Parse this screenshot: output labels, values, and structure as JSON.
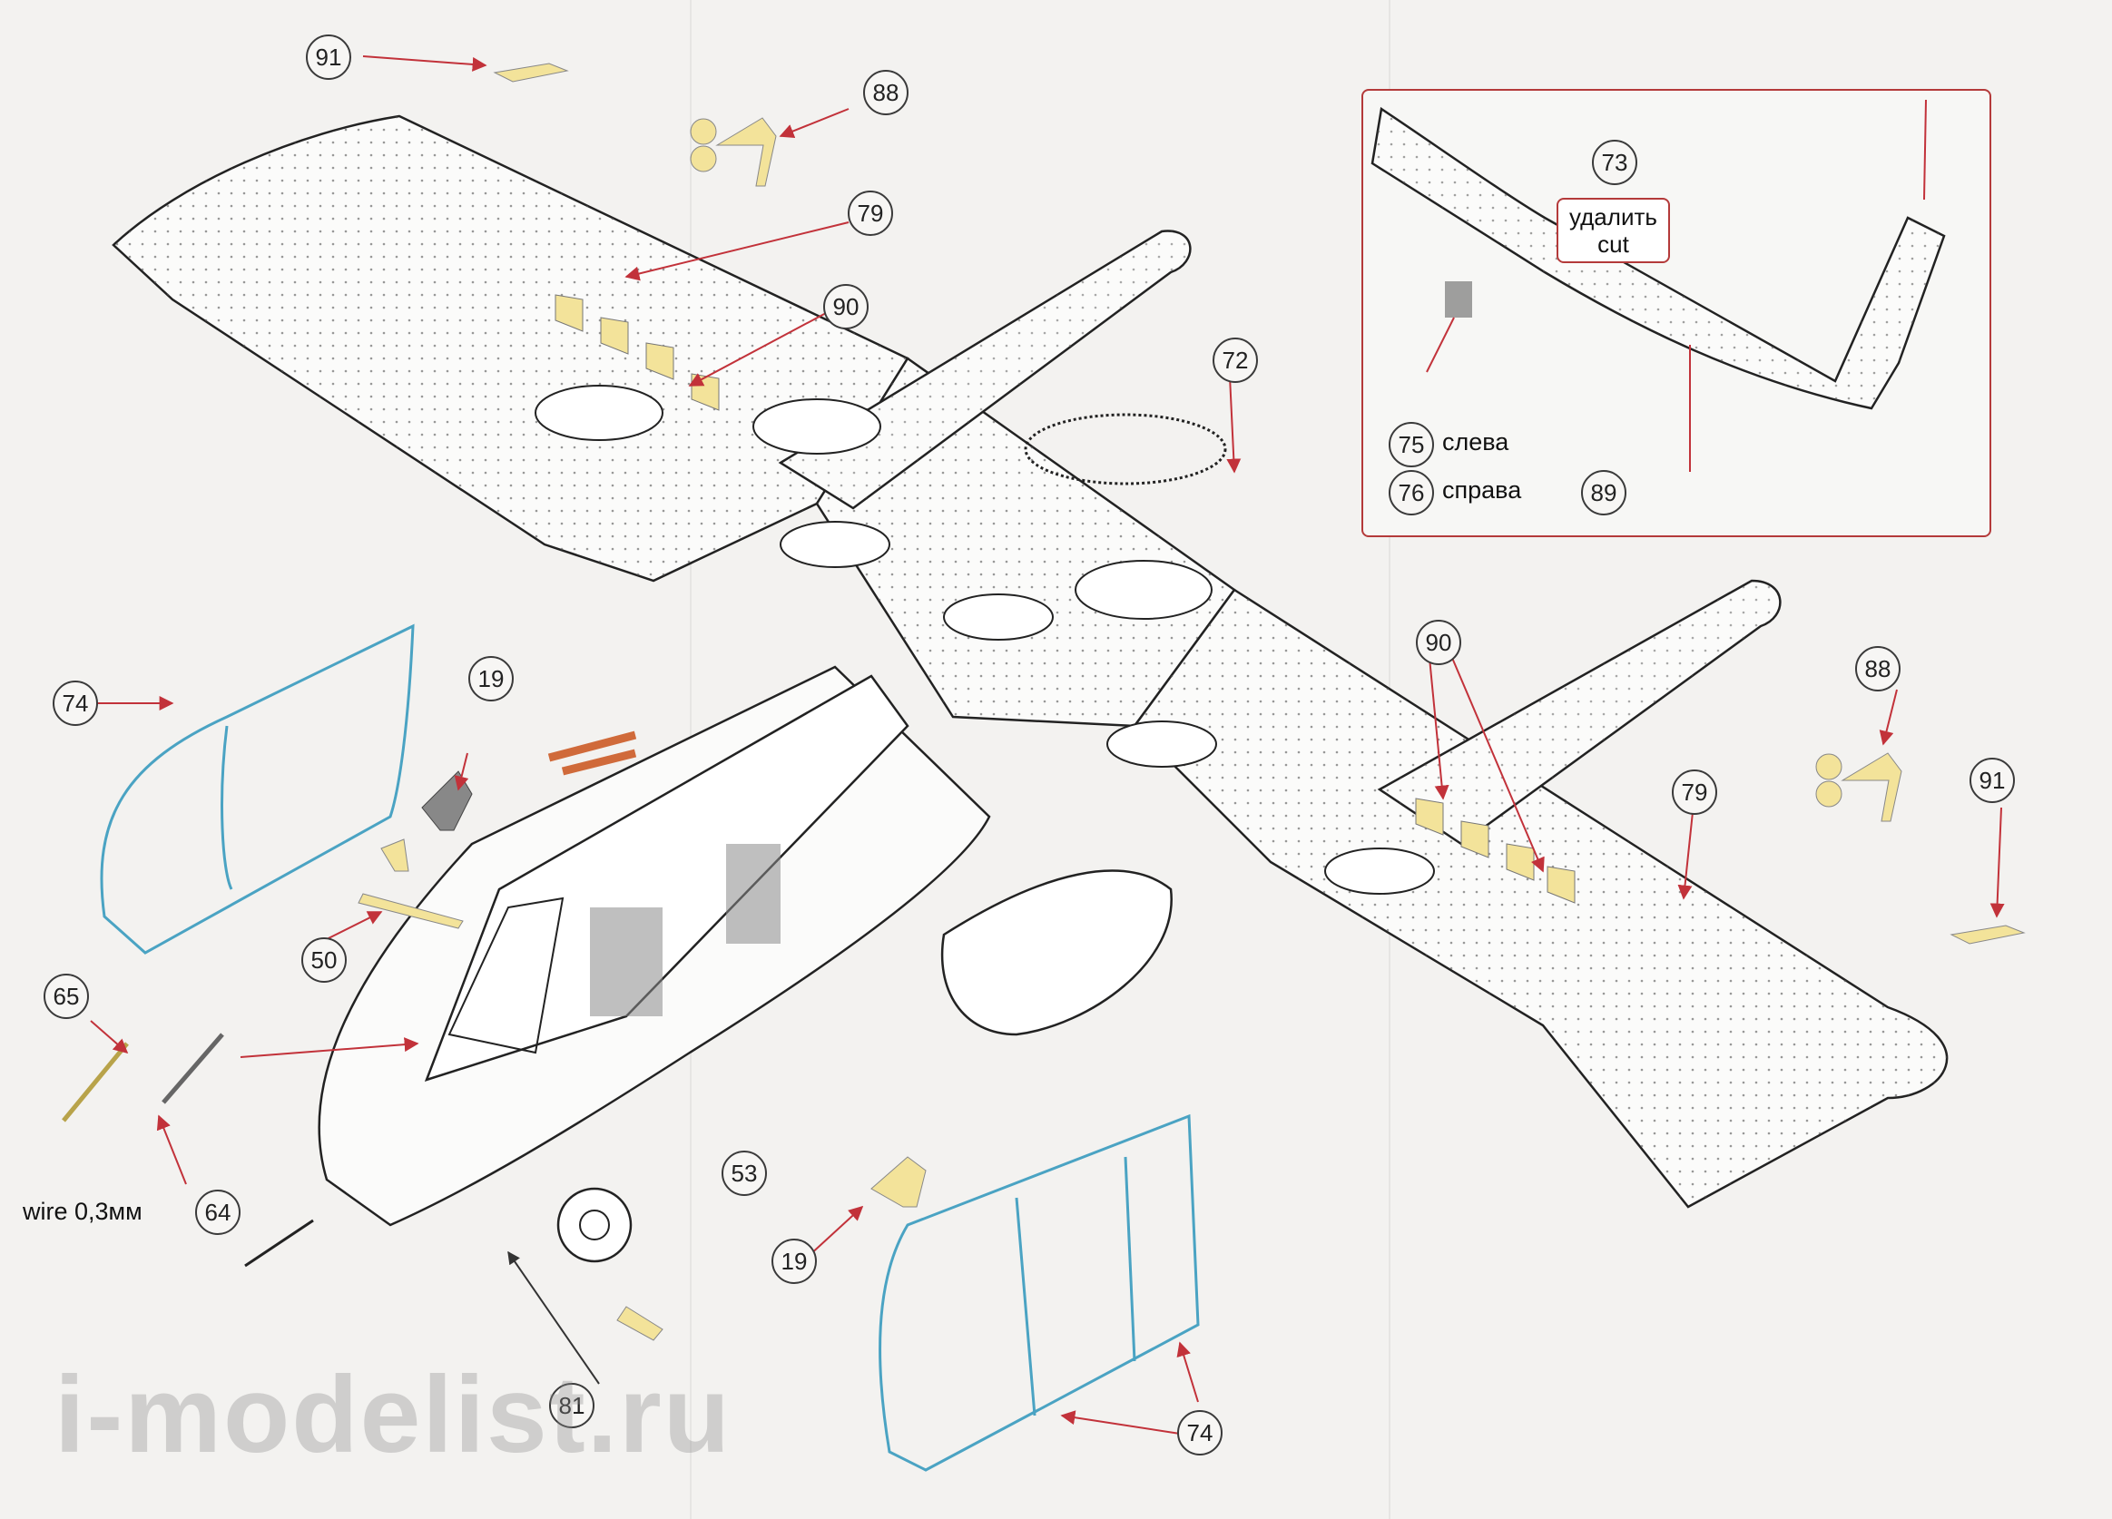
{
  "callouts": {
    "c91": "91",
    "c88": "88",
    "c79": "79",
    "c90": "90",
    "c72": "72",
    "c73": "73",
    "c75": "75",
    "c76": "76",
    "c89": "89",
    "c74": "74",
    "c19": "19",
    "c50": "50",
    "c65": "65",
    "c64": "64",
    "c53": "53",
    "c81": "81"
  },
  "inset": {
    "cut_ru": "удалить",
    "cut_en": "cut",
    "left_label": "слева",
    "right_label": "справа"
  },
  "notes": {
    "wire": "wire 0,3мм"
  },
  "watermark": "i-modelist.ru",
  "colors": {
    "photo_etch_yellow": "#f3e39a",
    "canopy_frame_blue": "#4aa3c3",
    "leader_red": "#c2323a",
    "gun_barrel_orange": "#d06a3a"
  }
}
